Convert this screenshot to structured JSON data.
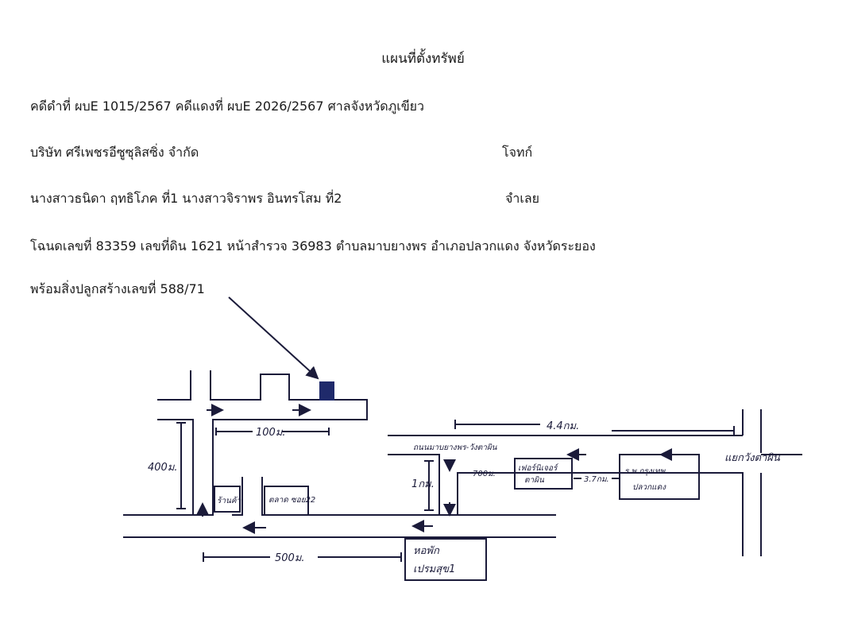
{
  "document": {
    "title": "แผนที่ตั้งทรัพย์",
    "case_line": "คดีดำที่ ผบE 1015/2567   คดีแดงที่ ผบE 2026/2567   ศาลจังหวัดภูเขียว",
    "plaintiff_name": "บริษัท ศรีเพชรอีซูซุลิสซิ่ง จำกัด",
    "plaintiff_role": "โจทก์",
    "defendant_names": "นางสาวธนิดา ฤทธิโภค ที่1  นางสาวจิราพร อินทรโสม ที่2",
    "defendant_role": "จำเลย",
    "deed_line": "โฉนดเลขที่ 83359  เลขที่ดิน 1621 หน้าสำรวจ 36983  ตำบลมาบยางพร  อำเภอปลวกแดง  จังหวัดระยอง",
    "building_line": "พร้อมสิ่งปลูกสร้างเลขที่ 588/71"
  },
  "map": {
    "dist_100m": "100ม.",
    "dist_400m": "400ม.",
    "dist_1km": "1กม.",
    "dist_500m": "500ม.",
    "dist_44km": "4.4กม.",
    "dist_700m": "700ม.",
    "dist_37km": "3.7กม.",
    "road_name": "ถนนมาบยางพร-วังตาผิน",
    "junction": "แยกวังตาผิน",
    "shop1": "ร้านค้า",
    "market": "ตลาด ซอย22",
    "place1_a": "เฟอร์นิเจอร์",
    "place1_b": "ตาผิน",
    "place2_a": "ร.พ.กรุงเทพ",
    "place2_b": "ปลวกแดง",
    "dorm_a": "หอพัก",
    "dorm_b": "เปรมสุข1",
    "colors": {
      "ink": "#1b1b3a",
      "house": "#1f2a6b"
    }
  }
}
